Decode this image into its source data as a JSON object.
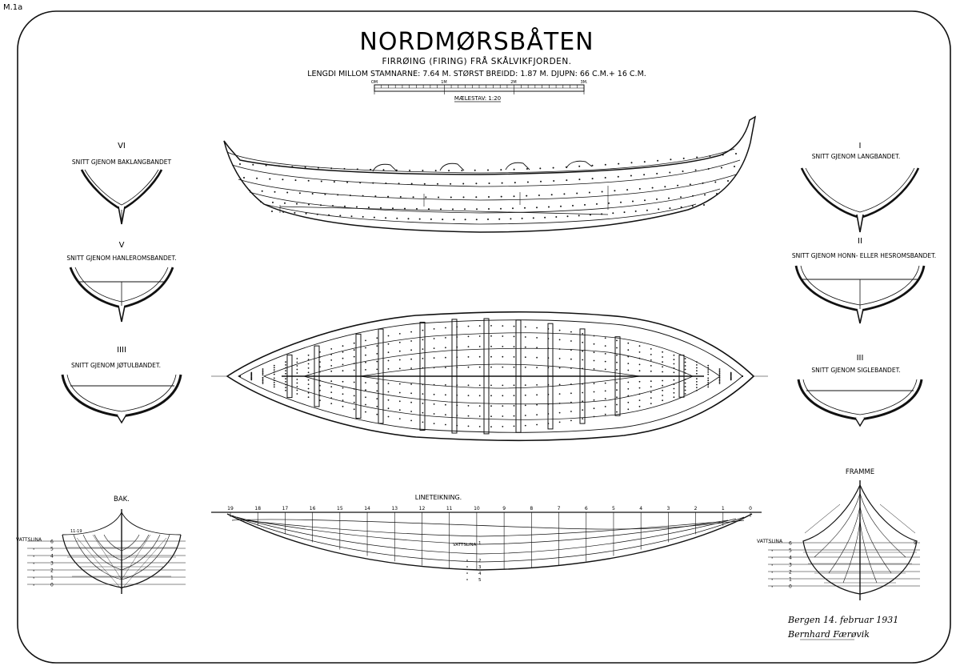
{
  "sheet_id": "M.1a",
  "title": "NORDMØRSBÅTEN",
  "subtitle": "FIRRØING (FIRING) FRÅ SKÅLVIKFJORDEN.",
  "dimensions": "LENGDI MILLOM STAMNARNE: 7.64 M. STØRST BREIDD: 1.87 M. DJUPN: 66 C.M.+ 16 C.M.",
  "scale_bar": {
    "ticks": [
      "OM",
      "1M",
      "2M",
      "3M."
    ],
    "label": "MÆLESTAV: 1:20"
  },
  "sections_left": [
    {
      "roman": "VI",
      "caption": "SNITT GJENOM BAKLANGBANDET"
    },
    {
      "roman": "V",
      "caption": "SNITT GJENOM HANLEROMSBANDET."
    },
    {
      "roman": "IIII",
      "caption": "SNITT GJENOM JØTULBANDET."
    }
  ],
  "sections_right": [
    {
      "roman": "I",
      "caption": "SNITT GJENOM LANGBANDET."
    },
    {
      "roman": "II",
      "caption": "SNITT GJENOM HONN- ELLER HESROMSBANDET."
    },
    {
      "roman": "III",
      "caption": "SNITT GJENOM SIGLEBANDET."
    }
  ],
  "stern_view": {
    "label": "BAK.",
    "waterline_label": "VATTSLINA",
    "waterlines": [
      "6",
      "5",
      "4",
      "3",
      "2",
      "1",
      "0"
    ],
    "station_mark": "11-19"
  },
  "bow_view": {
    "label": "FRAMME",
    "waterline_label": "VATTSLINA",
    "waterlines": [
      "6",
      "5",
      "4",
      "3",
      "2",
      "1",
      "0"
    ],
    "station_mark": "9"
  },
  "lines_drawing": {
    "title": "LINETEIKNING.",
    "stations": [
      "19",
      "18",
      "17",
      "16",
      "15",
      "14",
      "13",
      "12",
      "11",
      "10",
      "9",
      "8",
      "7",
      "6",
      "5",
      "4",
      "3",
      "2",
      "1",
      "0"
    ],
    "waterline_label": "VATTSLINA",
    "waterlines": [
      "1",
      "2",
      "3",
      "4",
      "5"
    ]
  },
  "signature": {
    "place_date": "Bergen 14. februar 1931",
    "name": "Bernhard Færøvik"
  }
}
